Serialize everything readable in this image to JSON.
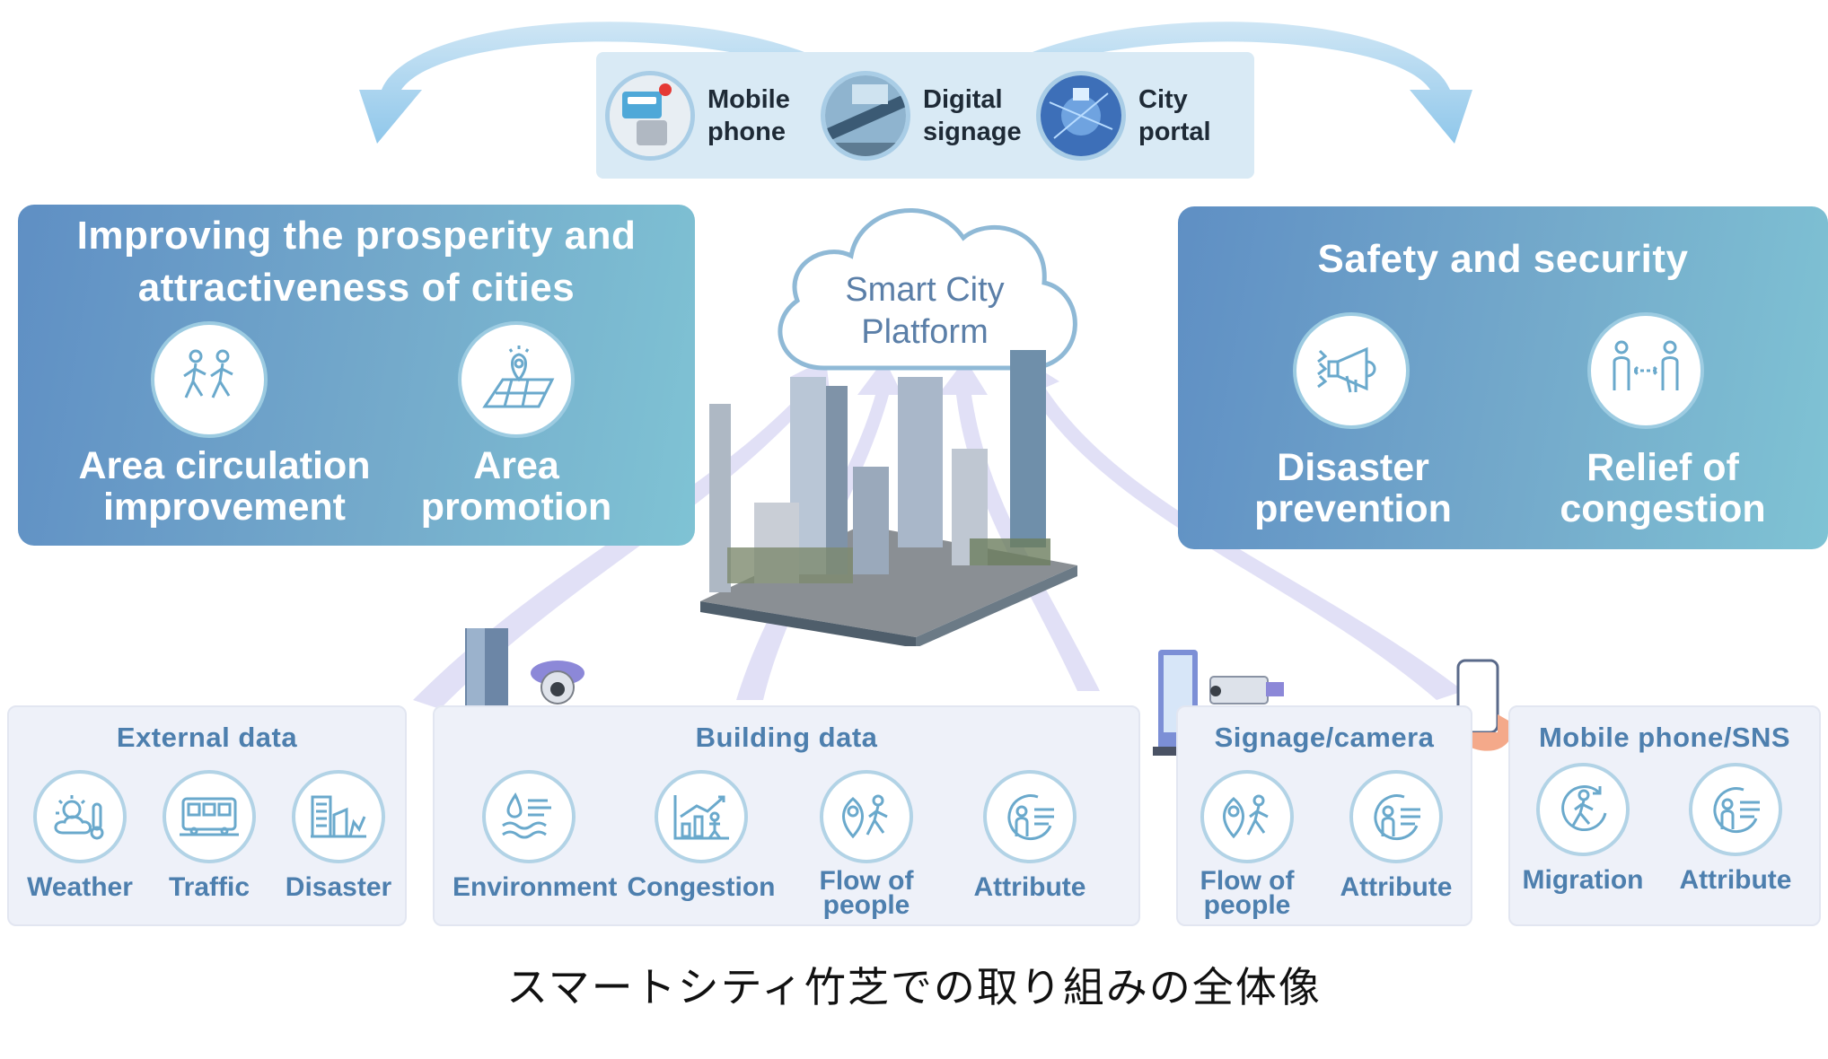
{
  "channels": [
    {
      "label": "Mobile\nphone",
      "icon": "mobile-phone-icon"
    },
    {
      "label": "Digital\nsignage",
      "icon": "digital-signage-icon"
    },
    {
      "label": "City\nportal",
      "icon": "city-portal-icon"
    }
  ],
  "left_panel": {
    "title": "Improving the prosperity and\nattractiveness of cities",
    "items": [
      {
        "label": "Area circulation\nimprovement",
        "icon": "walking-people-icon"
      },
      {
        "label": "Area\npromotion",
        "icon": "map-pin-icon"
      }
    ]
  },
  "right_panel": {
    "title": "Safety and security",
    "items": [
      {
        "label": "Disaster\nprevention",
        "icon": "megaphone-icon"
      },
      {
        "label": "Relief of\ncongestion",
        "icon": "distancing-icon"
      }
    ]
  },
  "platform": {
    "label": "Smart City\nPlatform"
  },
  "data_sources": [
    {
      "title": "External data",
      "items": [
        {
          "label": "Weather",
          "icon": "weather-icon"
        },
        {
          "label": "Traffic",
          "icon": "train-icon"
        },
        {
          "label": "Disaster",
          "icon": "disaster-icon"
        }
      ]
    },
    {
      "title": "Building data",
      "items": [
        {
          "label": "Environment",
          "icon": "environment-icon"
        },
        {
          "label": "Congestion",
          "icon": "congestion-icon"
        },
        {
          "label": "Flow of\npeople",
          "icon": "flow-of-people-icon"
        },
        {
          "label": "Attribute",
          "icon": "attribute-icon"
        }
      ]
    },
    {
      "title": "Signage/camera",
      "items": [
        {
          "label": "Flow of\npeople",
          "icon": "flow-of-people-icon"
        },
        {
          "label": "Attribute",
          "icon": "attribute-icon"
        }
      ]
    },
    {
      "title": "Mobile phone/SNS",
      "items": [
        {
          "label": "Migration",
          "icon": "migration-icon"
        },
        {
          "label": "Attribute",
          "icon": "attribute-icon"
        }
      ]
    }
  ],
  "caption": "スマートシティ竹芝での取り組みの全体像",
  "colors": {
    "panel_start": "#5f8fc4",
    "panel_end": "#7fc3d4",
    "data_text": "#4d7fae",
    "arrow": "#8dc6ea"
  }
}
